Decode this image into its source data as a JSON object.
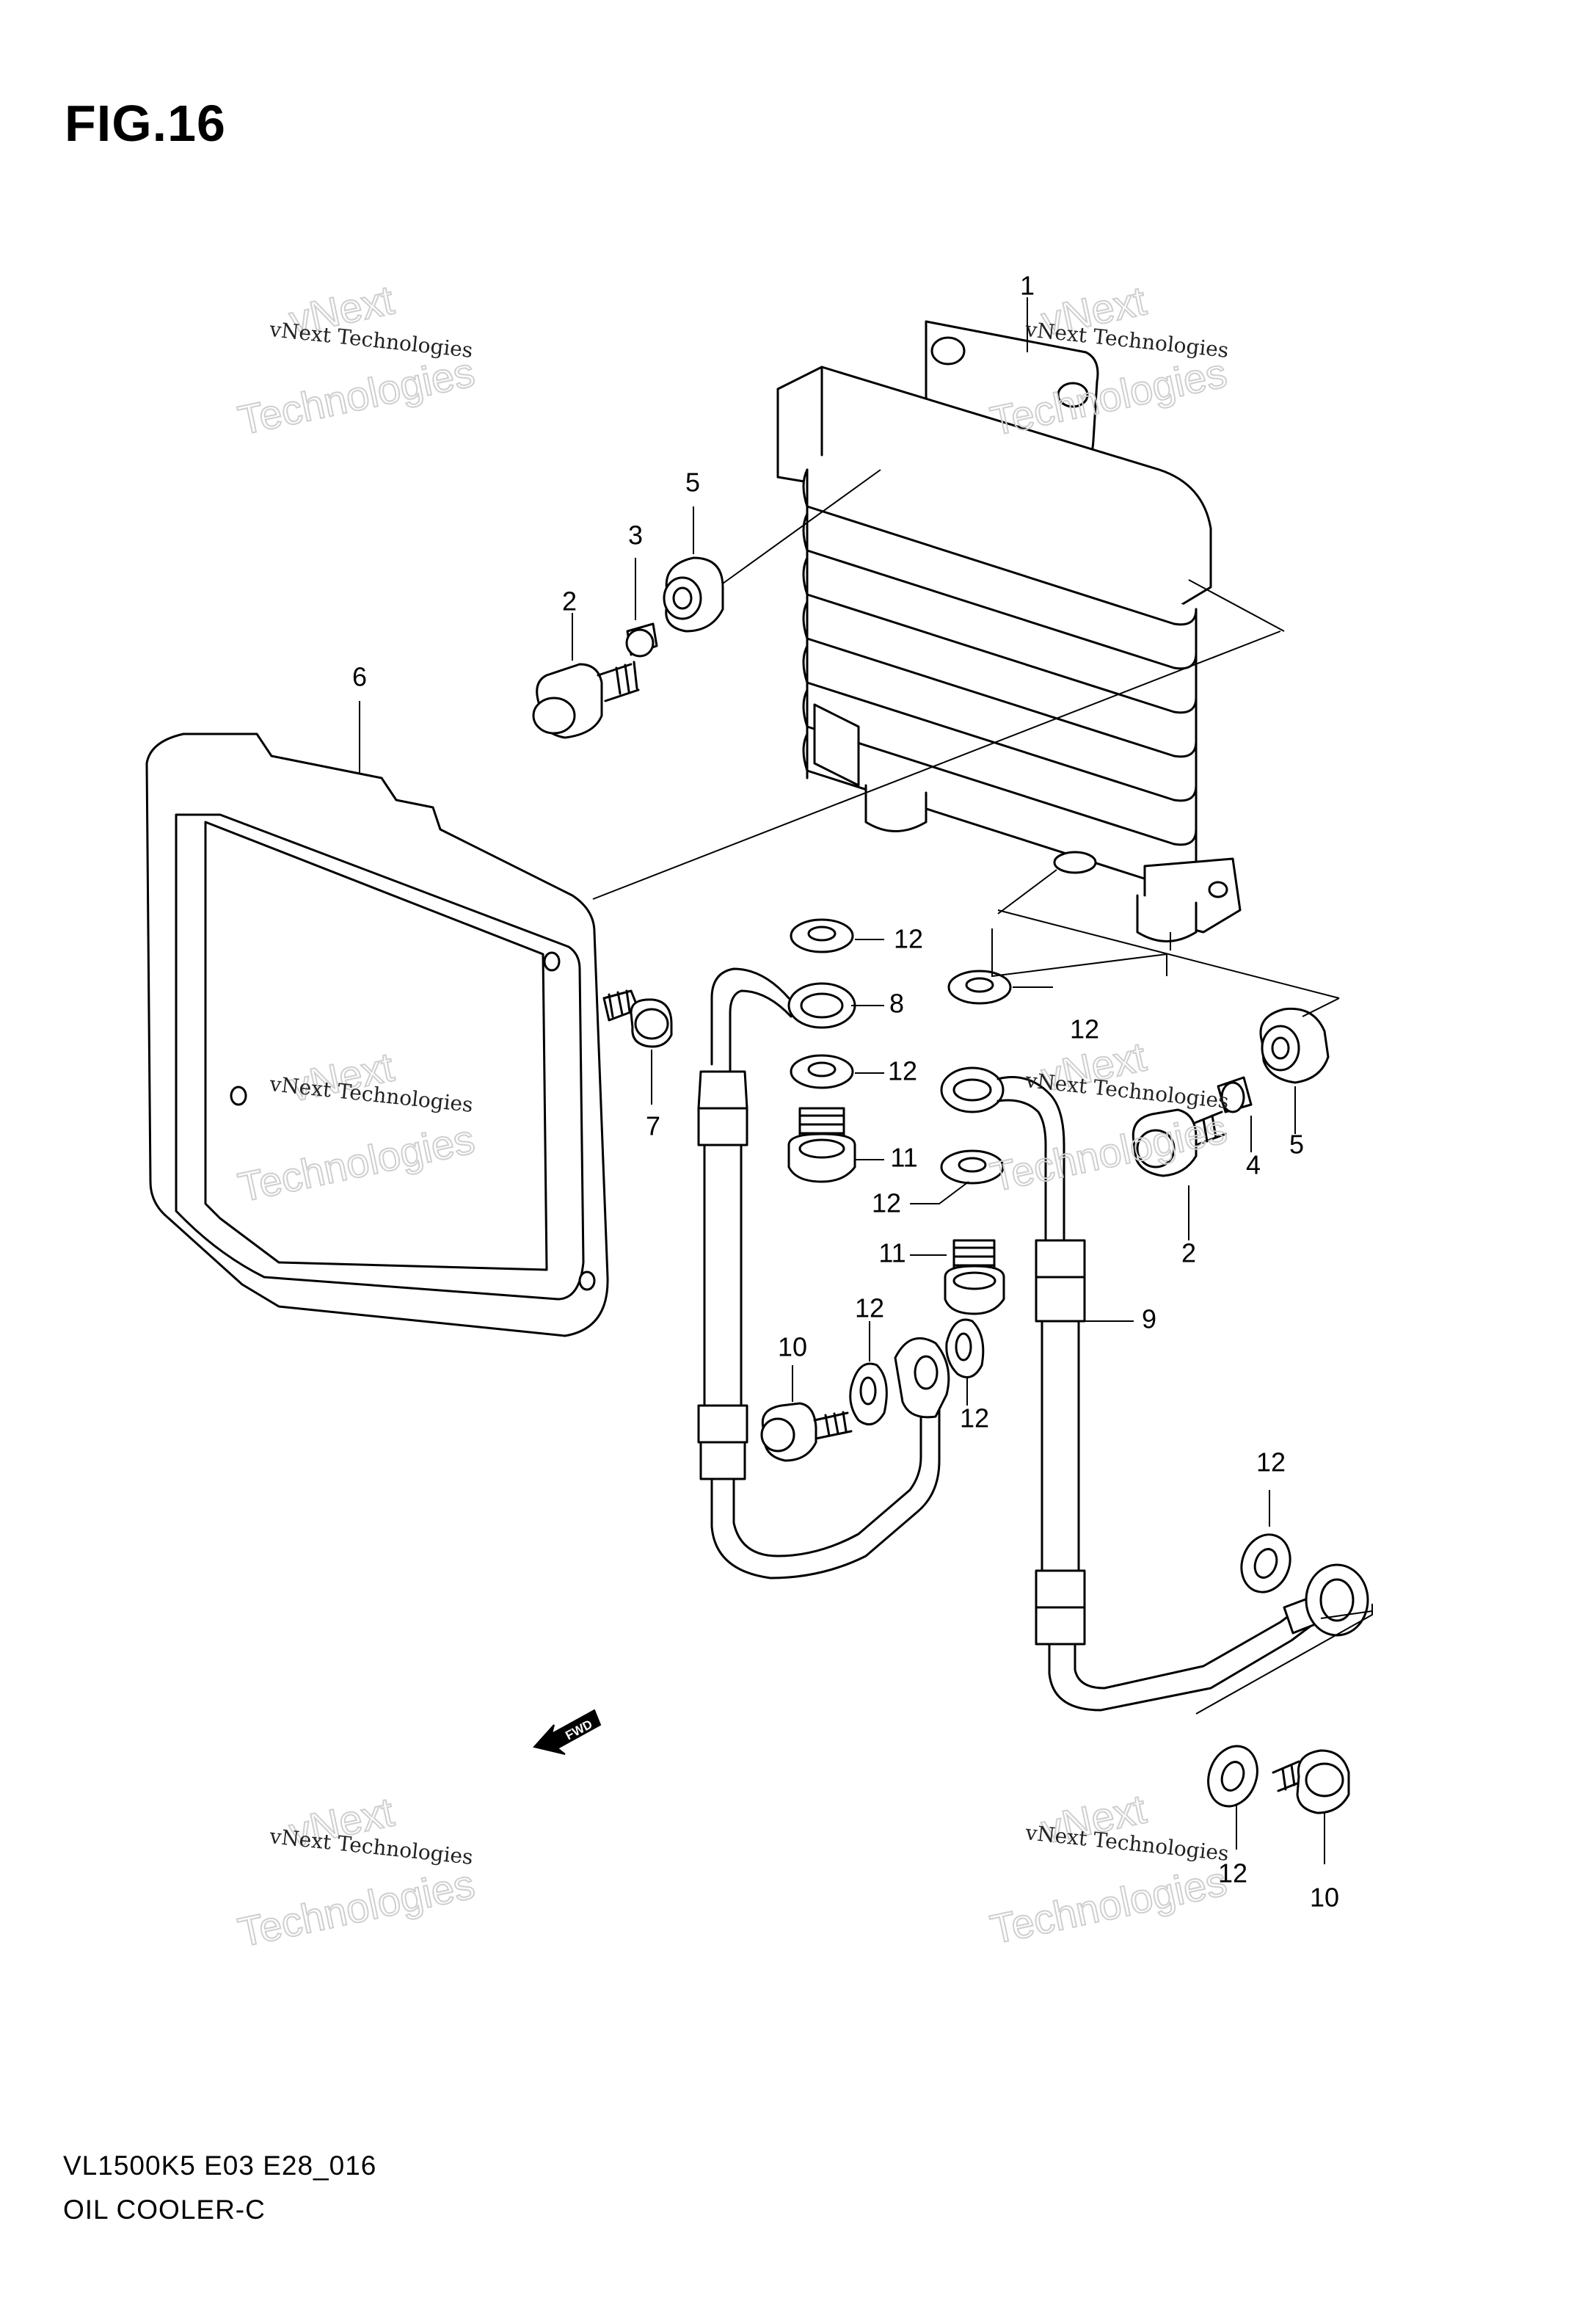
{
  "figure": {
    "title": "FIG.16",
    "model_code": "VL1500K5 E03 E28_016",
    "caption": "OIL COOLER-C"
  },
  "watermark": {
    "line1": "vNext",
    "line2": "vNext Technologies",
    "line3": "Technologies"
  },
  "fwd_label": "FWD",
  "callouts": [
    {
      "id": "c1",
      "label": "1"
    },
    {
      "id": "c2a",
      "label": "2"
    },
    {
      "id": "c2b",
      "label": "2"
    },
    {
      "id": "c3",
      "label": "3"
    },
    {
      "id": "c4",
      "label": "4"
    },
    {
      "id": "c5a",
      "label": "5"
    },
    {
      "id": "c5b",
      "label": "5"
    },
    {
      "id": "c6",
      "label": "6"
    },
    {
      "id": "c7",
      "label": "7"
    },
    {
      "id": "c8",
      "label": "8"
    },
    {
      "id": "c9",
      "label": "9"
    },
    {
      "id": "c10a",
      "label": "10"
    },
    {
      "id": "c10b",
      "label": "10"
    },
    {
      "id": "c11a",
      "label": "11"
    },
    {
      "id": "c11b",
      "label": "11"
    },
    {
      "id": "c12a",
      "label": "12"
    },
    {
      "id": "c12b",
      "label": "12"
    },
    {
      "id": "c12c",
      "label": "12"
    },
    {
      "id": "c12d",
      "label": "12"
    },
    {
      "id": "c12e",
      "label": "12"
    },
    {
      "id": "c12f",
      "label": "12"
    },
    {
      "id": "c12g",
      "label": "12"
    },
    {
      "id": "c12h",
      "label": "12"
    }
  ]
}
